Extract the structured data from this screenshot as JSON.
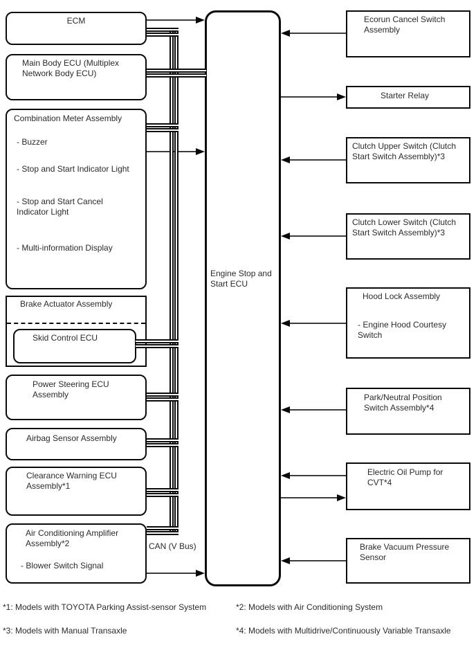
{
  "diagram": {
    "title_implicit": "Stop and Start System block diagram",
    "ecu": {
      "label": "Engine Stop and\nStart ECU"
    },
    "bus": {
      "label": "CAN (V Bus)",
      "style": "twisted-pair-double-line"
    },
    "left_boxes": [
      {
        "title": "ECM"
      },
      {
        "title": "Main Body ECU (Multiplex\nNetwork Body ECU)"
      },
      {
        "title": "Combination Meter Assembly",
        "items": [
          "- Buzzer",
          "- Stop and Start Indicator Light",
          "- Stop and Start Cancel\nIndicator Light",
          "- Multi-information Display"
        ]
      },
      {
        "title": "Brake Actuator Assembly",
        "inner": "Skid Control ECU"
      },
      {
        "title": "Power Steering ECU\nAssembly"
      },
      {
        "title": "Airbag Sensor Assembly"
      },
      {
        "title": "Clearance Warning ECU\nAssembly*1"
      },
      {
        "title": "Air Conditioning Amplifier\nAssembly*2",
        "items": [
          "- Blower Switch Signal"
        ]
      }
    ],
    "right_boxes": [
      {
        "title": "Ecorun Cancel Switch\nAssembly"
      },
      {
        "title": "Starter Relay"
      },
      {
        "title": "Clutch Upper Switch (Clutch\nStart Switch Assembly)*3"
      },
      {
        "title": "Clutch Lower Switch (Clutch\nStart Switch Assembly)*3"
      },
      {
        "title": "Hood Lock Assembly",
        "items": [
          "- Engine Hood Courtesy\nSwitch"
        ]
      },
      {
        "title": "Park/Neutral Position\nSwitch Assembly*4"
      },
      {
        "title": "Electric Oil Pump for\nCVT*4"
      },
      {
        "title": "Brake Vacuum Pressure\nSensor"
      }
    ],
    "connections": [
      {
        "from": "ECM",
        "to": "Engine Stop and Start ECU",
        "kind": "arrow"
      },
      {
        "from": "ECM",
        "to": "CAN (V Bus)",
        "kind": "bus"
      },
      {
        "from": "Main Body ECU (Multiplex Network Body ECU)",
        "to": "Engine Stop and Start ECU",
        "kind": "bus"
      },
      {
        "from": "Combination Meter Assembly",
        "to": "CAN (V Bus)",
        "kind": "bus"
      },
      {
        "from": "Combination Meter Assembly",
        "to": "Engine Stop and Start ECU",
        "kind": "arrow"
      },
      {
        "from": "Skid Control ECU",
        "to": "CAN (V Bus)",
        "kind": "bus"
      },
      {
        "from": "Power Steering ECU Assembly",
        "to": "CAN (V Bus)",
        "kind": "bus"
      },
      {
        "from": "Airbag Sensor Assembly",
        "to": "CAN (V Bus)",
        "kind": "bus"
      },
      {
        "from": "Clearance Warning ECU Assembly*1",
        "to": "CAN (V Bus)",
        "kind": "bus"
      },
      {
        "from": "Air Conditioning Amplifier Assembly*2",
        "to": "CAN (V Bus)",
        "kind": "bus"
      },
      {
        "from": "Air Conditioning Amplifier Assembly*2",
        "to": "Engine Stop and Start ECU",
        "kind": "arrow"
      },
      {
        "from": "Ecorun Cancel Switch Assembly",
        "to": "Engine Stop and Start ECU",
        "kind": "arrow"
      },
      {
        "from": "Engine Stop and Start ECU",
        "to": "Starter Relay",
        "kind": "arrow"
      },
      {
        "from": "Clutch Upper Switch (Clutch Start Switch Assembly)*3",
        "to": "Engine Stop and Start ECU",
        "kind": "arrow"
      },
      {
        "from": "Clutch Lower Switch (Clutch Start Switch Assembly)*3",
        "to": "Engine Stop and Start ECU",
        "kind": "arrow"
      },
      {
        "from": "Hood Lock Assembly",
        "to": "Engine Stop and Start ECU",
        "kind": "arrow"
      },
      {
        "from": "Park/Neutral Position Switch Assembly*4",
        "to": "Engine Stop and Start ECU",
        "kind": "arrow"
      },
      {
        "from": "Electric Oil Pump for CVT*4",
        "to": "Engine Stop and Start ECU",
        "kind": "arrow"
      },
      {
        "from": "Engine Stop and Start ECU",
        "to": "Electric Oil Pump for CVT*4",
        "kind": "arrow"
      },
      {
        "from": "Brake Vacuum Pressure Sensor",
        "to": "Engine Stop and Start ECU",
        "kind": "arrow"
      }
    ],
    "footnotes": [
      "*1: Models with TOYOTA Parking Assist-sensor System",
      "*2: Models with Air Conditioning System",
      "*3: Models with Manual Transaxle",
      "*4: Models with Multidrive/Continuously Variable Transaxle"
    ],
    "colors": {
      "line": "#0a0a0a",
      "text": "#2b2b2b",
      "background": "#ffffff"
    }
  }
}
